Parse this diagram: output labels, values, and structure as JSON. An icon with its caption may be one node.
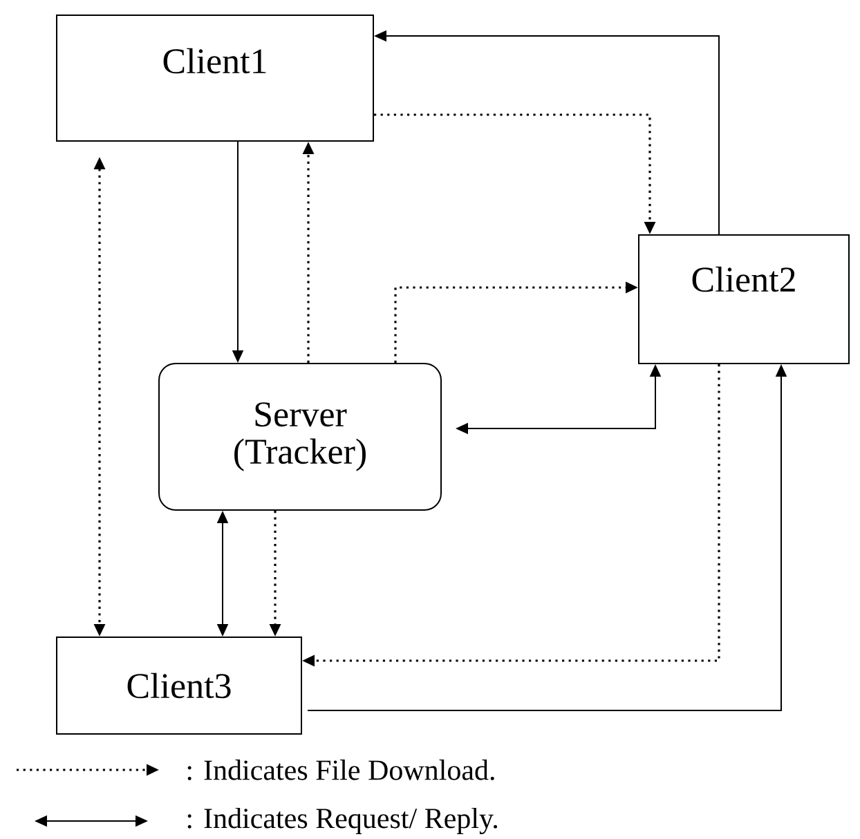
{
  "diagram": {
    "nodes": [
      {
        "text": [
          "Client1"
        ]
      },
      {
        "text": [
          "Client2"
        ]
      },
      {
        "text": [
          "Server (Tracker)"
        ]
      },
      {
        "text": [
          "Client3"
        ]
      }
    ],
    "edges": [
      {
        "from": 1,
        "to": 0,
        "arrow": "to"
      },
      {
        "from": 0,
        "to": 1,
        "arrow": "to",
        "style": "dashed"
      },
      {
        "from": 0,
        "to": 2,
        "arrow": "to"
      },
      {
        "from": 2,
        "to": 0,
        "arrow": "to",
        "style": "dashed"
      },
      {
        "from": 0,
        "to": 3,
        "arrow": "both",
        "style": "dashed"
      },
      {
        "from": 2,
        "to": 1,
        "arrow": "to",
        "style": "dashed"
      },
      {
        "from": 2,
        "to": 1,
        "arrow": "both"
      },
      {
        "from": 2,
        "to": 3,
        "arrow": "both"
      },
      {
        "from": 2,
        "to": 3,
        "arrow": "to",
        "style": "dashed"
      },
      {
        "from": 1,
        "to": 3,
        "arrow": "to",
        "style": "dashed"
      },
      {
        "from": 3,
        "to": 1,
        "arrow": "to"
      }
    ],
    "legend": [
      {
        "text": ": Indicates File Download."
      },
      {
        "text": ": Indicates Request/ Reply."
      }
    ]
  }
}
